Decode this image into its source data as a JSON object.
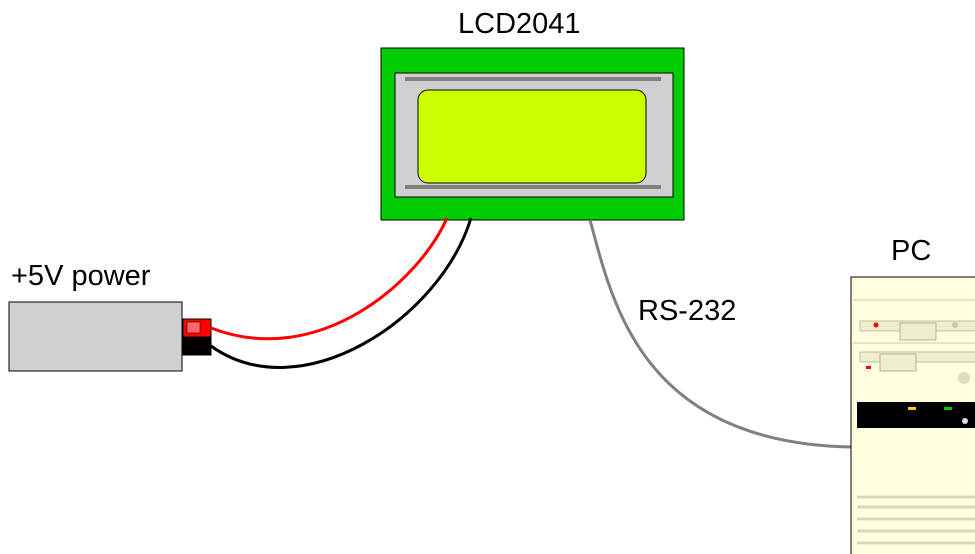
{
  "labels": {
    "lcd": "LCD2041",
    "power": "+5V power",
    "pc": "PC",
    "serial": "RS-232"
  },
  "colors": {
    "lcd_board": "#00cc00",
    "lcd_bezel": "#d0d0d0",
    "lcd_screen": "#ccff00",
    "power_box": "#d0d0d0",
    "red_wire": "#ff0000",
    "black_wire": "#000000",
    "serial_cable": "#808080",
    "pc_case": "#ffffdd"
  },
  "icons": {
    "lcd": "lcd-module-icon",
    "power": "power-supply-icon",
    "pc": "pc-tower-icon"
  }
}
